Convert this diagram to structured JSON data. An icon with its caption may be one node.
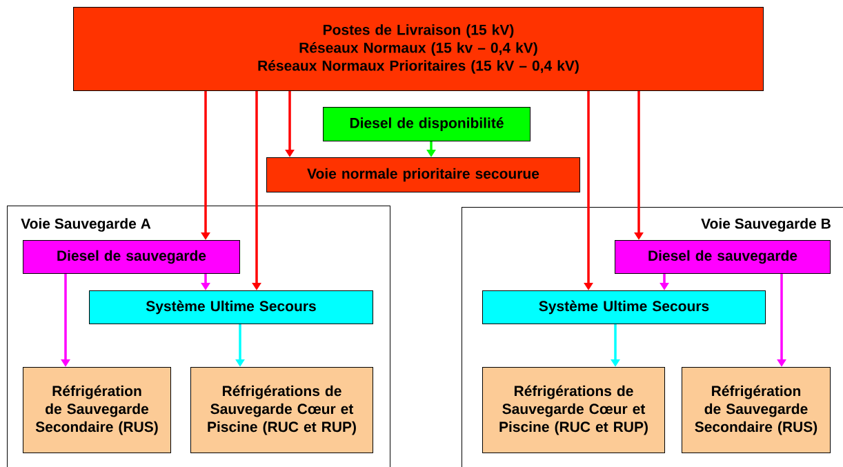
{
  "diagram": {
    "nodes": [
      {
        "text": [
          "Postes de Livraison (15 kV)",
          "Réseaux Normaux (15 kv – 0,4 kV)",
          "Réseaux Normaux Prioritaires (15 kV – 0,4 kV)"
        ]
      },
      {
        "text": [
          "Diesel de disponibilité"
        ]
      },
      {
        "text": [
          "Voie normale prioritaire secourue"
        ]
      },
      {
        "text": [
          "Voie Sauvegarde A"
        ]
      },
      {
        "text": [
          "Diesel de sauvegarde"
        ],
        "in": 3
      },
      {
        "text": [
          "Système Ultime Secours"
        ],
        "in": 3
      },
      {
        "text": [
          "Réfrigération de Sauvegarde Secondaire (RUS)"
        ],
        "in": 3
      },
      {
        "text": [
          "Réfrigérations de Sauvegarde Cœur et Piscine (RUC et RUP)"
        ],
        "in": 3
      },
      {
        "text": [
          "Voie Sauvegarde B"
        ]
      },
      {
        "text": [
          "Diesel de sauvegarde"
        ],
        "in": 8
      },
      {
        "text": [
          "Système Ultime Secours"
        ],
        "in": 8
      },
      {
        "text": [
          "Réfrigérations de Sauvegarde Cœur et Piscine (RUC et RUP)"
        ],
        "in": 8
      },
      {
        "text": [
          "Réfrigération de Sauvegarde Secondaire (RUS)"
        ],
        "in": 8
      }
    ],
    "edges": [
      {
        "from": 0,
        "to": 4,
        "arrow": "to",
        "color": "#ff0000"
      },
      {
        "from": 0,
        "to": 5,
        "arrow": "to",
        "color": "#ff0000"
      },
      {
        "from": 0,
        "to": 2,
        "arrow": "to",
        "color": "#ff0000"
      },
      {
        "from": 1,
        "to": 2,
        "arrow": "to",
        "color": "#00ff00"
      },
      {
        "from": 0,
        "to": 10,
        "arrow": "to",
        "color": "#ff0000"
      },
      {
        "from": 0,
        "to": 9,
        "arrow": "to",
        "color": "#ff0000"
      },
      {
        "from": 4,
        "to": 6,
        "arrow": "to",
        "color": "#ff00ff"
      },
      {
        "from": 4,
        "to": 5,
        "arrow": "to",
        "color": "#ff00ff"
      },
      {
        "from": 5,
        "to": 7,
        "arrow": "to",
        "color": "#00ffff"
      },
      {
        "from": 9,
        "to": 10,
        "arrow": "to",
        "color": "#ff00ff"
      },
      {
        "from": 9,
        "to": 12,
        "arrow": "to",
        "color": "#ff00ff"
      },
      {
        "from": 10,
        "to": 11,
        "arrow": "to",
        "color": "#00ffff"
      }
    ]
  }
}
